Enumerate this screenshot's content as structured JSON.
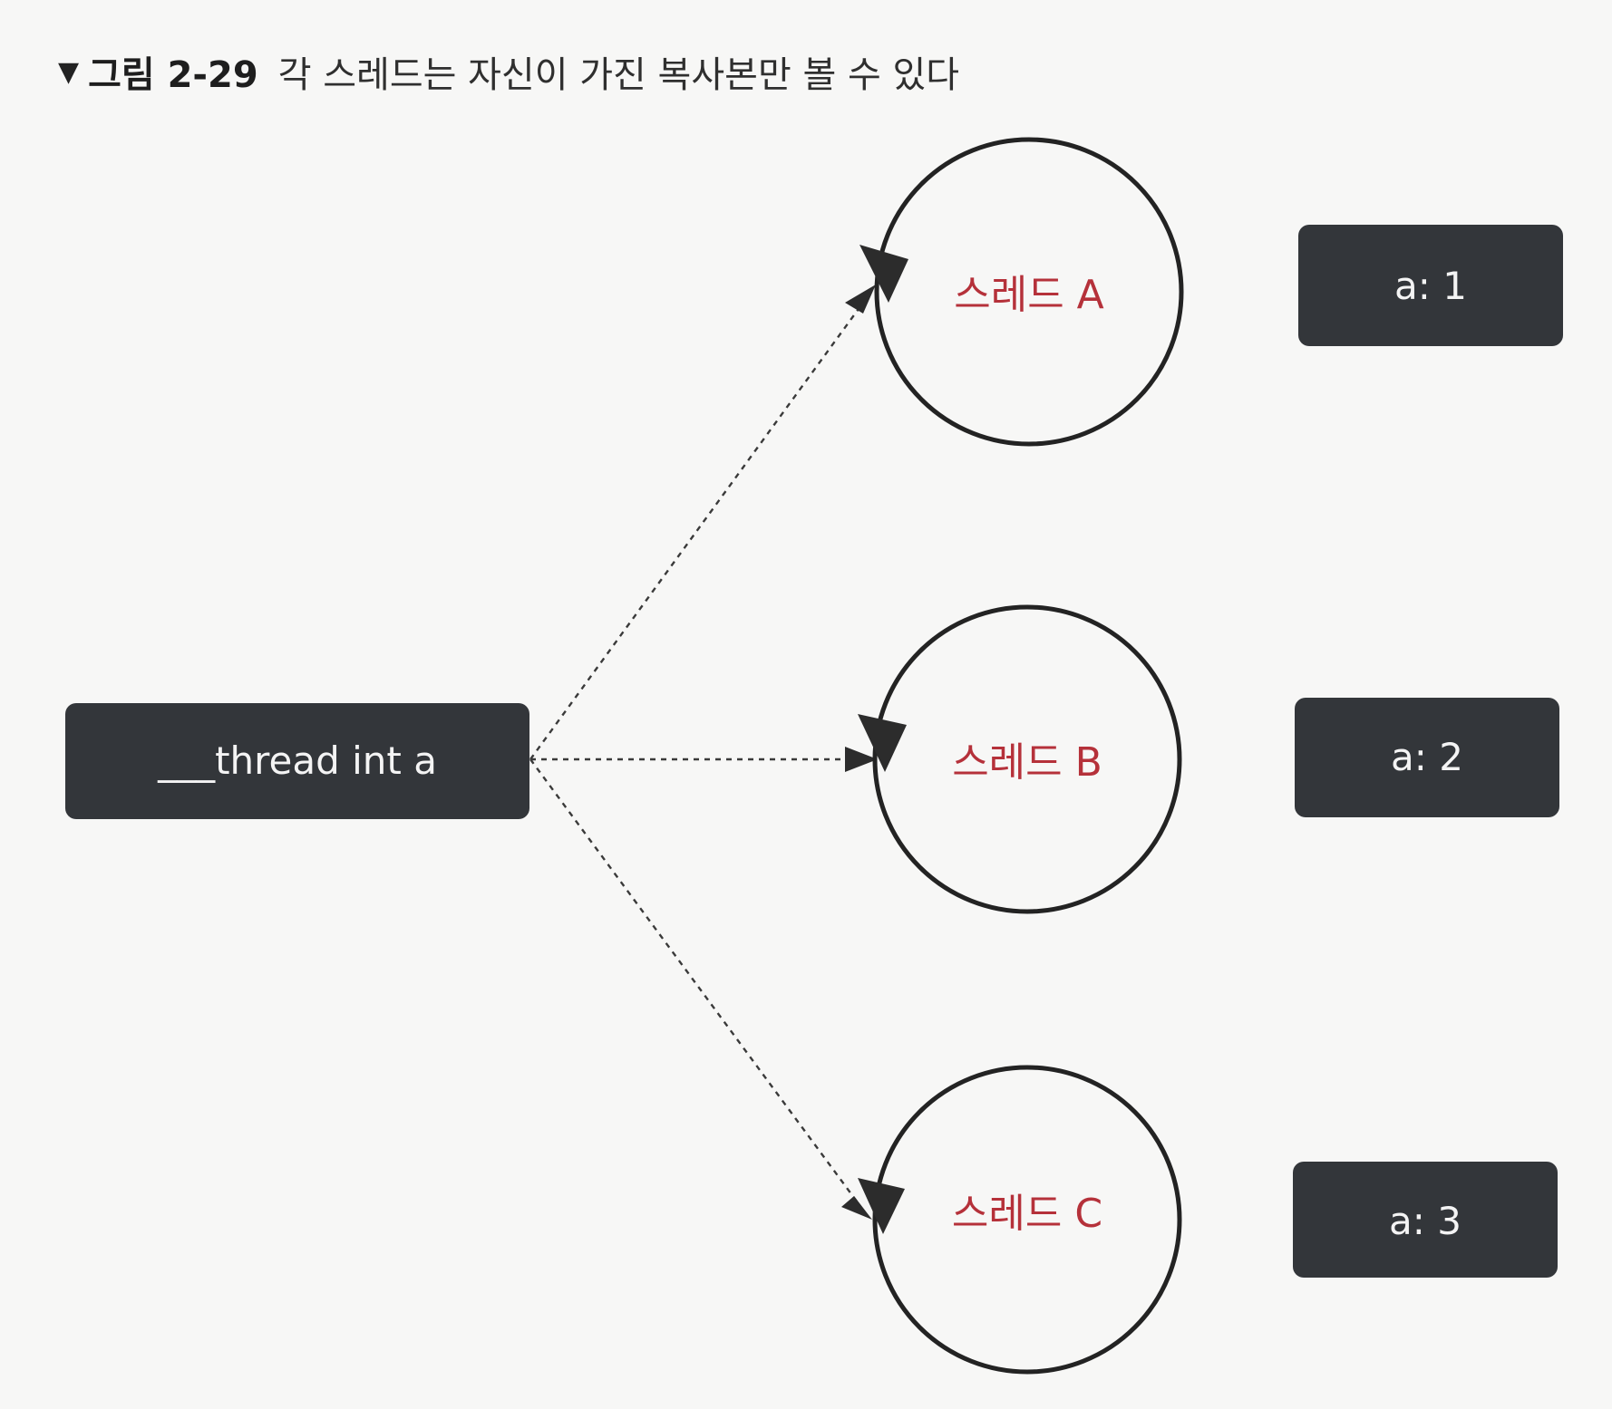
{
  "caption": {
    "marker": "▼",
    "figure_label": "그림 2-29",
    "text": "각 스레드는 자신이 가진 복사본만 볼 수 있다"
  },
  "source": {
    "label": "___thread int a"
  },
  "threads": [
    {
      "label": "스레드 A",
      "value": "a: 1"
    },
    {
      "label": "스레드 B",
      "value": "a: 2"
    },
    {
      "label": "스레드 C",
      "value": "a: 3"
    }
  ],
  "colors": {
    "thread_label": "#b5313a",
    "box_fill": "#33363a",
    "box_text": "#f4f4f4",
    "outline": "#232323"
  }
}
